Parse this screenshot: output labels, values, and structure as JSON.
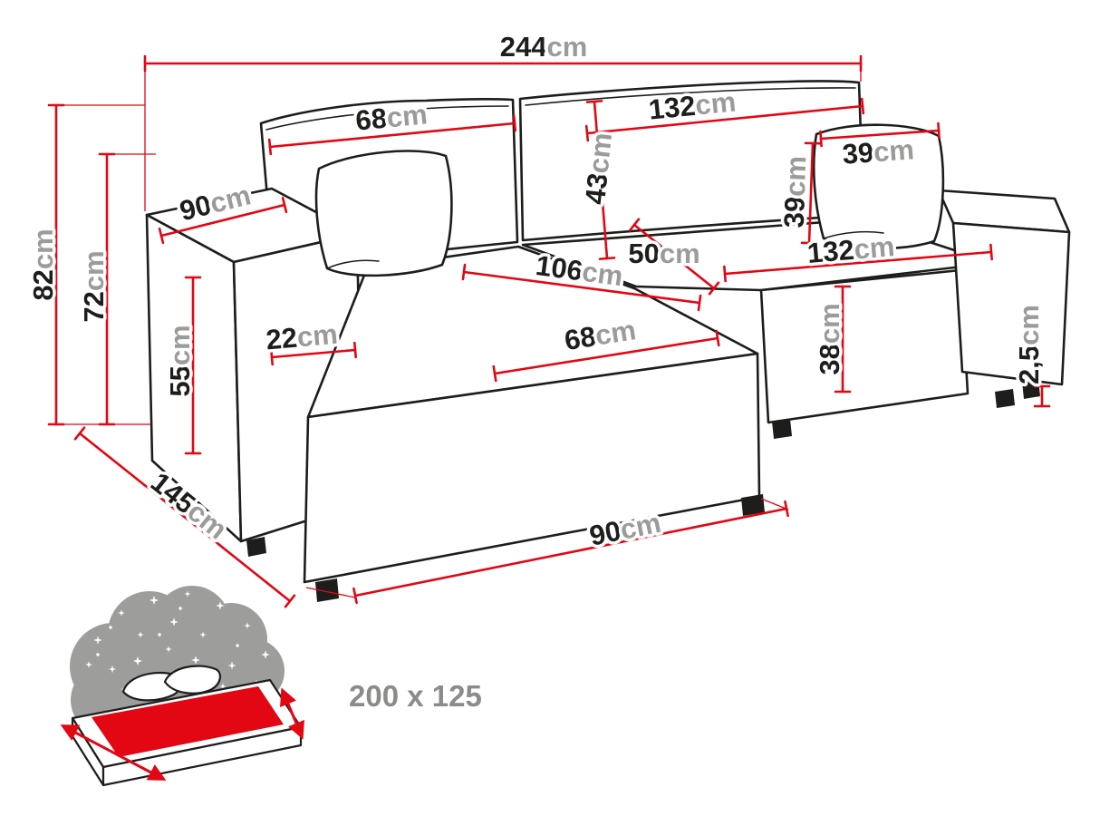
{
  "colors": {
    "dimension_red": "#e30613",
    "outline_black": "#1d1d1b",
    "unit_gray": "#9b9b9a",
    "icon_gray": "#9d9d9c",
    "mattress_red": "#e30613",
    "background": "#ffffff"
  },
  "dimensions": {
    "total_width": {
      "value": "244",
      "unit": "cm"
    },
    "backrest_left_width": {
      "value": "68",
      "unit": "cm"
    },
    "backrest_right_width": {
      "value": "132",
      "unit": "cm"
    },
    "backrest_height": {
      "value": "43",
      "unit": "cm"
    },
    "pillow_width": {
      "value": "39",
      "unit": "cm"
    },
    "pillow_height": {
      "value": "39",
      "unit": "cm"
    },
    "armrest_depth": {
      "value": "90",
      "unit": "cm"
    },
    "total_height": {
      "value": "82",
      "unit": "cm"
    },
    "body_height": {
      "value": "72",
      "unit": "cm"
    },
    "armrest_height": {
      "value": "55",
      "unit": "cm"
    },
    "armrest_width": {
      "value": "22",
      "unit": "cm"
    },
    "seat_depth": {
      "value": "50",
      "unit": "cm"
    },
    "chaise_length": {
      "value": "106",
      "unit": "cm"
    },
    "seat_width": {
      "value": "132",
      "unit": "cm"
    },
    "seat_height": {
      "value": "38",
      "unit": "cm"
    },
    "leg_height": {
      "value": "2,5",
      "unit": "cm"
    },
    "chaise_width": {
      "value": "68",
      "unit": "cm"
    },
    "total_depth": {
      "value": "145",
      "unit": "cm"
    },
    "front_width": {
      "value": "90",
      "unit": "cm"
    }
  },
  "sleeping_area": {
    "label": "200 x 125"
  },
  "icons": {
    "sleeping_area": "bed-with-starry-sky-icon"
  }
}
